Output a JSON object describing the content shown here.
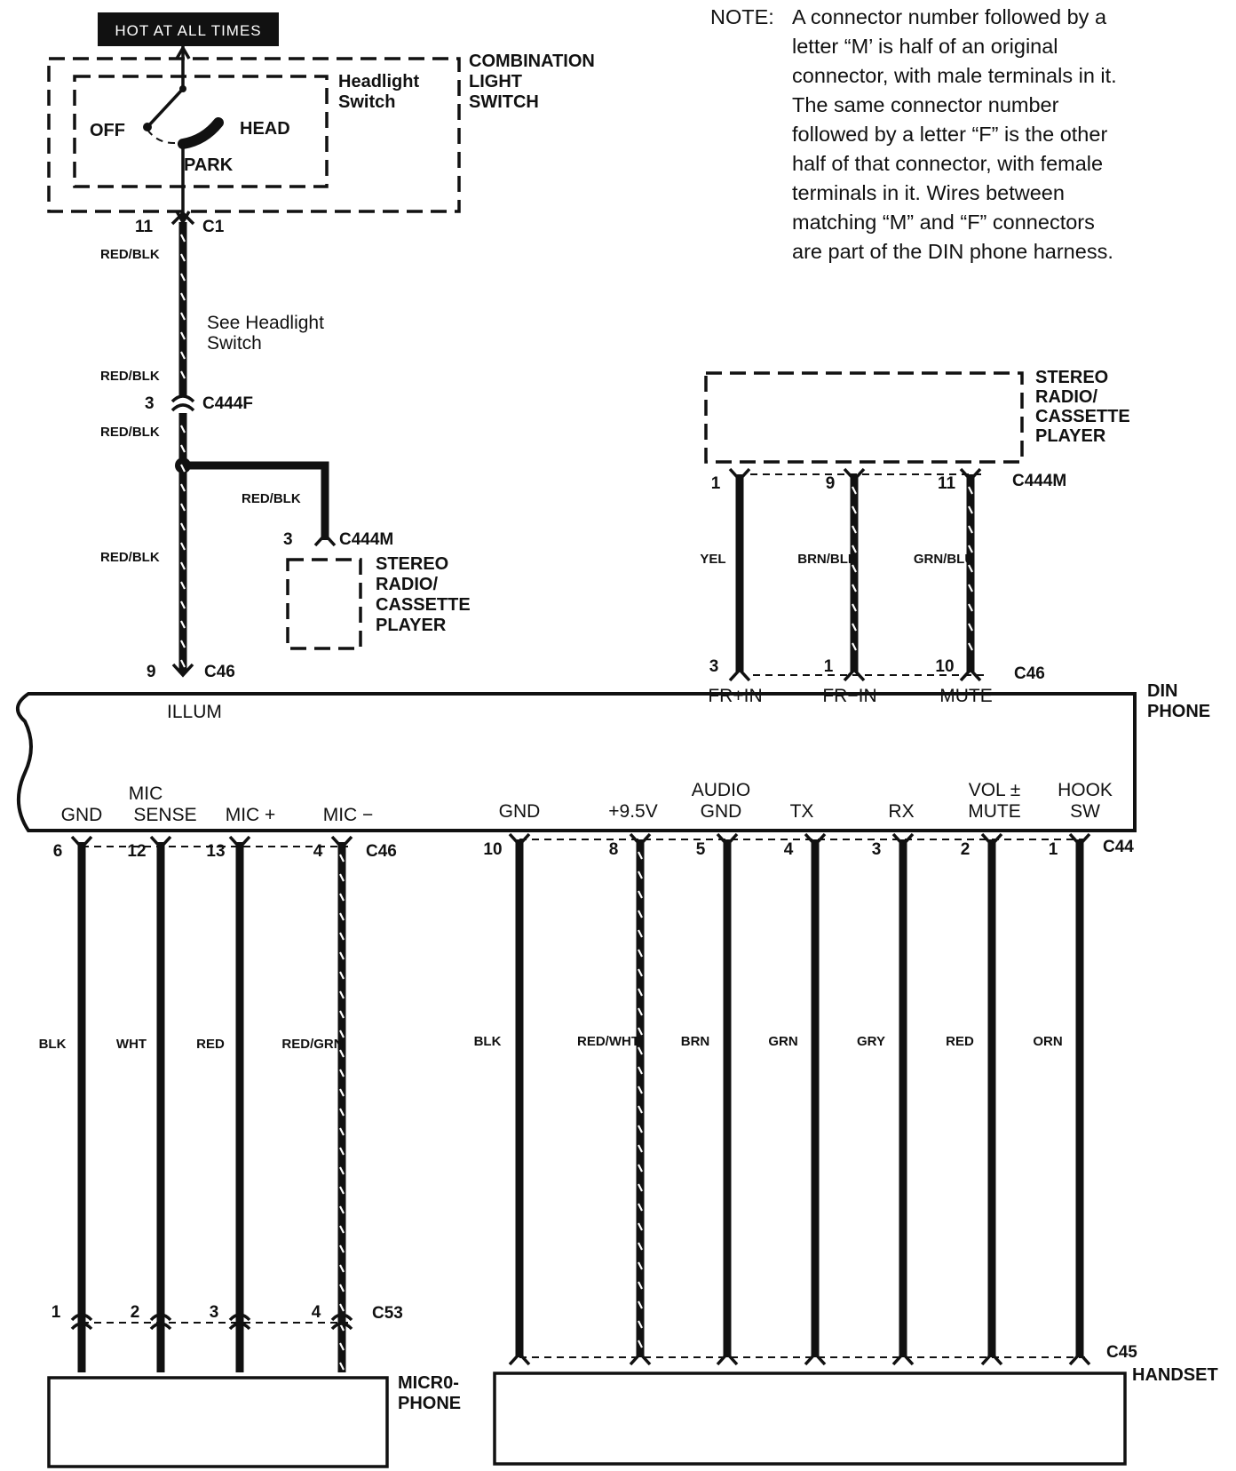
{
  "hot_at_all_times": "HOT AT ALL TIMES",
  "note": {
    "prefix": "NOTE:",
    "lines": [
      "A connector number followed by a",
      "letter “M’ is half of an original",
      "connector, with male terminals in it.",
      "The same connector number",
      "followed by a letter “F” is the other",
      "half of that connector, with female",
      "terminals in it. Wires between",
      "matching “M” and “F” connectors",
      "are part of the DIN phone harness."
    ]
  },
  "combination_switch": {
    "title_lines": [
      "COMBINATION",
      "LIGHT",
      "SWITCH"
    ],
    "sub_lines": [
      "Headlight",
      "Switch"
    ],
    "off": "OFF",
    "head": "HEAD",
    "park": "PARK"
  },
  "illum_circuit": {
    "c1_pin": "11",
    "c1": "C1",
    "wire1": "RED/BLK",
    "see_lines": [
      "See Headlight",
      "Switch"
    ],
    "wire2": "RED/BLK",
    "c444f_pin": "3",
    "c444f": "C444F",
    "wire3": "RED/BLK",
    "branch_wire": "RED/BLK",
    "c444m_pin": "3",
    "c444m": "C444M",
    "wire4": "RED/BLK",
    "c46_pin": "9",
    "c46": "C46"
  },
  "stereo_small": {
    "lines": [
      "STEREO",
      "RADIO/",
      "CASSETTE",
      "PLAYER"
    ]
  },
  "stereo_big": {
    "lines": [
      "STEREO",
      "RADIO/",
      "CASSETTE",
      "PLAYER"
    ],
    "connector": "C444M",
    "bottom_connector": "C46",
    "wires": [
      {
        "top_pin": "1",
        "bottom_pin": "3",
        "color": "YEL",
        "func": "FR+IN"
      },
      {
        "top_pin": "9",
        "bottom_pin": "1",
        "color": "BRN/BLK",
        "func": "FR−IN"
      },
      {
        "top_pin": "11",
        "bottom_pin": "10",
        "color": "GRN/BLU",
        "func": "MUTE"
      }
    ]
  },
  "din_phone": {
    "name_lines": [
      "DIN",
      "PHONE"
    ],
    "illum": "ILLUM",
    "left_connector_top": "C46",
    "left_connector_bottom": "C53",
    "right_connector_top": "C44",
    "right_connector_bottom": "C45",
    "left_wires": [
      {
        "func": [
          "",
          "GND"
        ],
        "top_pin": "6",
        "color": "BLK",
        "bottom_pin": "1"
      },
      {
        "func": [
          "MIC",
          "SENSE"
        ],
        "top_pin": "12",
        "color": "WHT",
        "bottom_pin": "2"
      },
      {
        "func": [
          "",
          "MIC +"
        ],
        "top_pin": "13",
        "color": "RED",
        "bottom_pin": "3"
      },
      {
        "func": [
          "",
          "MIC −"
        ],
        "top_pin": "4",
        "color": "RED/GRN",
        "bottom_pin": "4"
      }
    ],
    "right_wires": [
      {
        "func": [
          "",
          "GND"
        ],
        "top_pin": "10",
        "color": "BLK"
      },
      {
        "func": [
          "",
          "+9.5V"
        ],
        "top_pin": "8",
        "color": "RED/WHT"
      },
      {
        "func": [
          "AUDIO",
          "GND"
        ],
        "top_pin": "5",
        "color": "BRN"
      },
      {
        "func": [
          "",
          "TX"
        ],
        "top_pin": "4",
        "color": "GRN"
      },
      {
        "func": [
          "",
          "RX"
        ],
        "top_pin": "3",
        "color": "GRY"
      },
      {
        "func": [
          "VOL ±",
          "MUTE"
        ],
        "top_pin": "2",
        "color": "RED"
      },
      {
        "func": [
          "HOOK",
          "SW"
        ],
        "top_pin": "1",
        "color": "ORN"
      }
    ]
  },
  "microphone": {
    "lines": [
      "MICR0-",
      "PHONE"
    ]
  },
  "handset": {
    "label": "HANDSET"
  }
}
